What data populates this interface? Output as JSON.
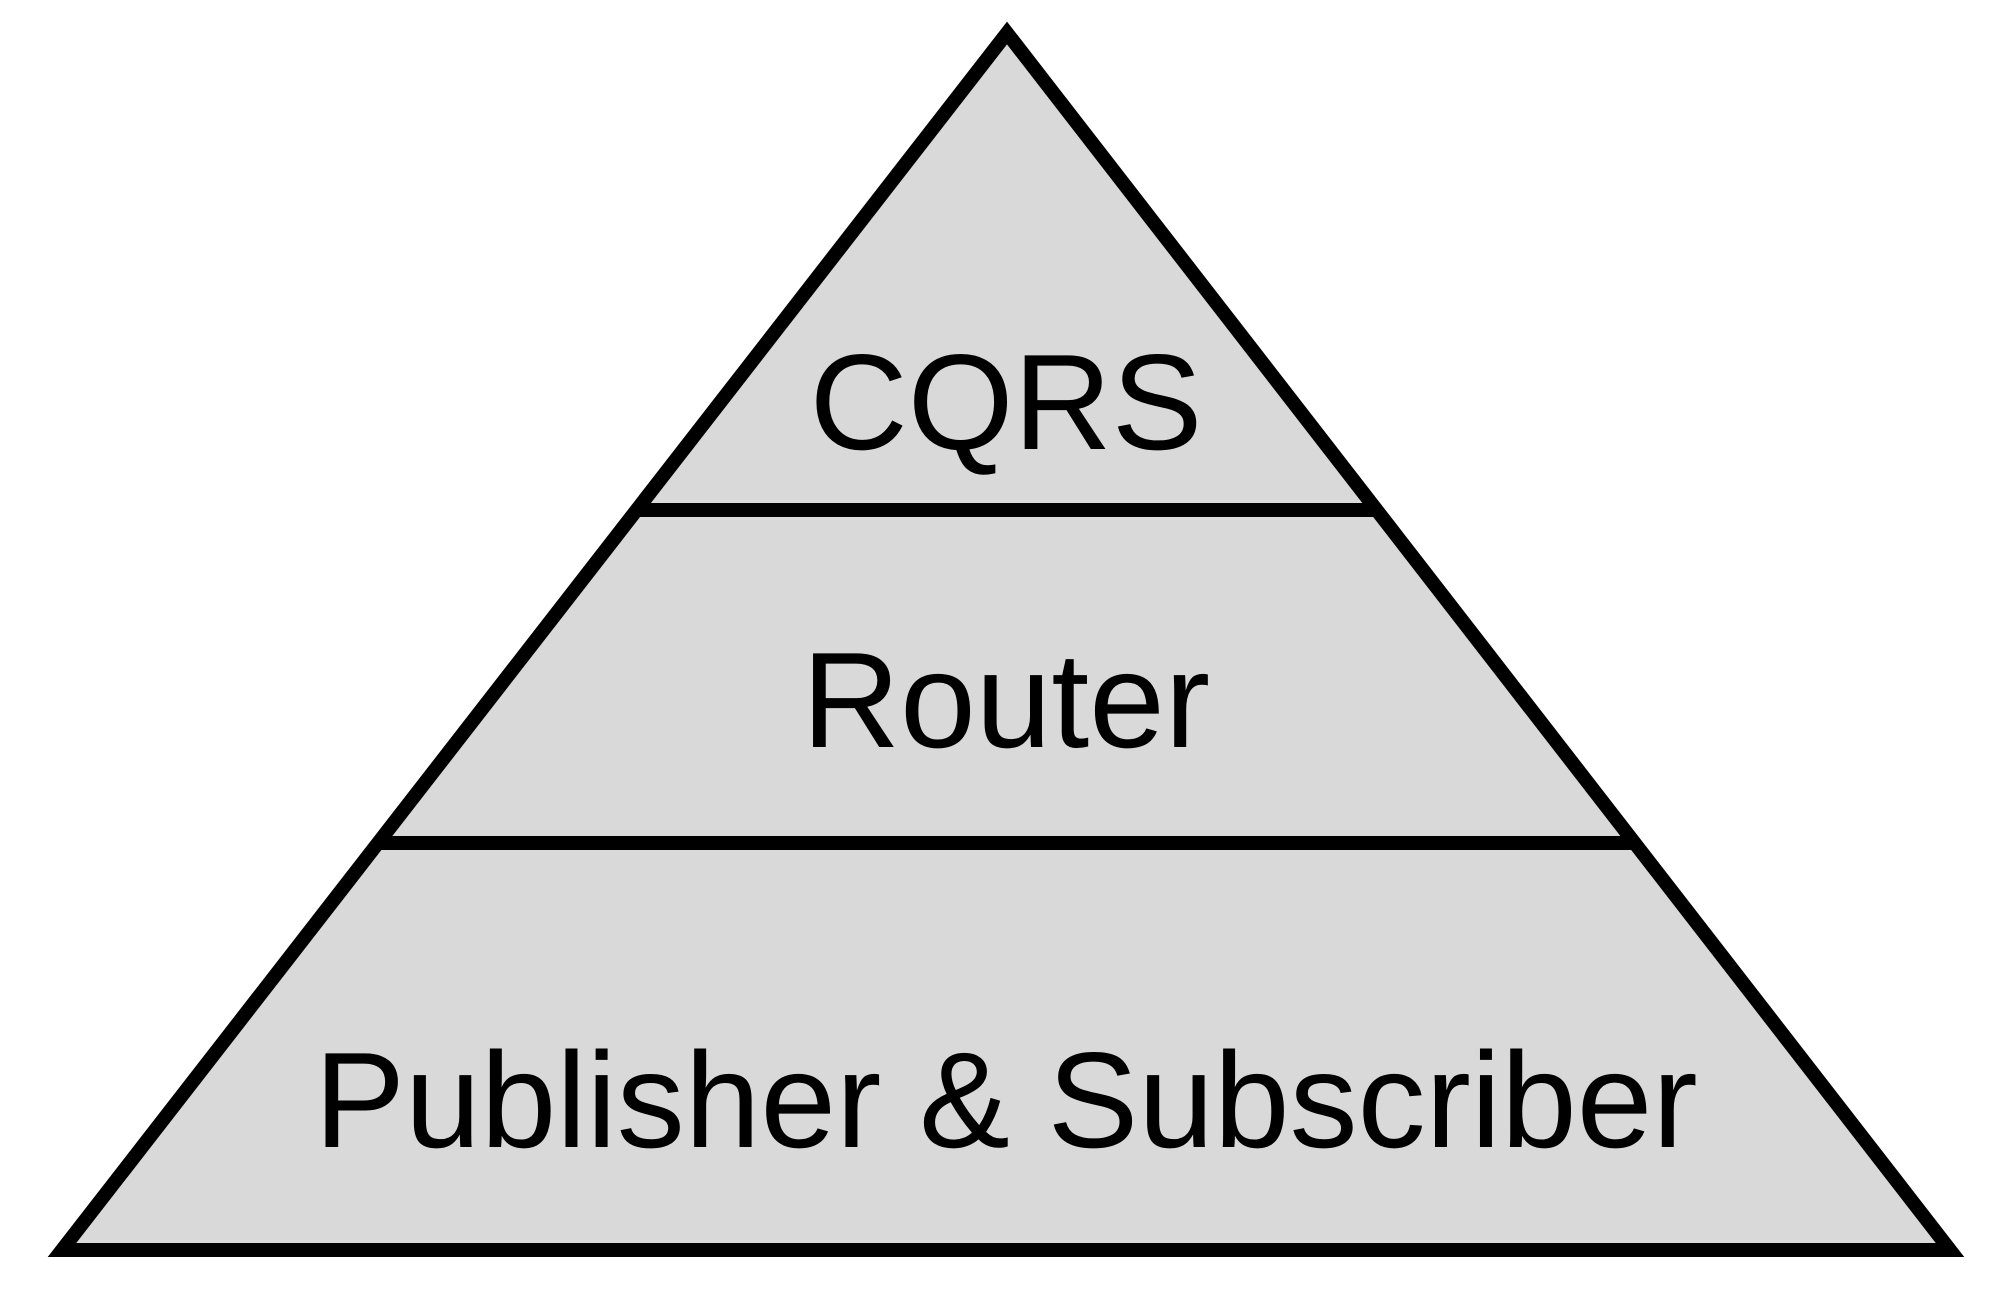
{
  "diagram": {
    "type": "pyramid",
    "layers": [
      {
        "label": "CQRS",
        "position": "top"
      },
      {
        "label": "Router",
        "position": "middle"
      },
      {
        "label": "Publisher & Subscriber",
        "position": "bottom"
      }
    ],
    "colors": {
      "fill": "#D9D9D9",
      "stroke": "#000000",
      "text": "#000000",
      "background": "#FFFFFF"
    }
  }
}
